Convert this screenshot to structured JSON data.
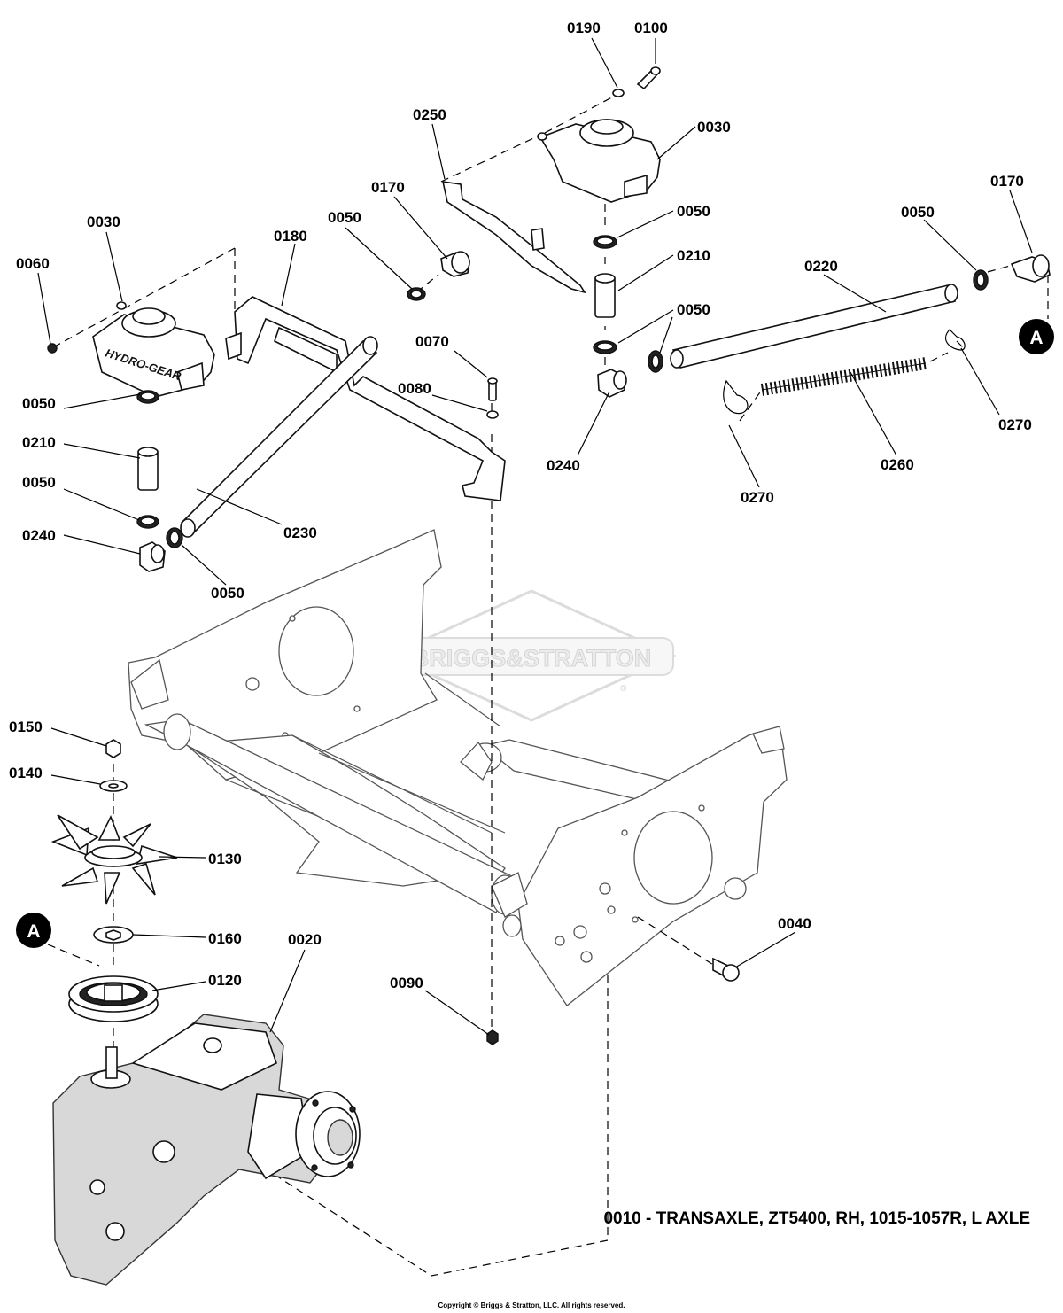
{
  "diagram": {
    "callouts": {
      "c0190": "0190",
      "c0100": "0100",
      "c0250": "0250",
      "c0030_right": "0030",
      "c0170_mid": "0170",
      "c0050_mid": "0050",
      "c0180": "0180",
      "c0030_left": "0030",
      "c0060": "0060",
      "c0050_right_top": "0050",
      "c0210_right": "0210",
      "c0050_right_lower": "0050",
      "c0220": "0220",
      "c0050_far_right": "0050",
      "c0170_right": "0170",
      "c0270_right": "0270",
      "c0260": "0260",
      "c0270_left": "0270",
      "c0240_right": "0240",
      "c0070": "0070",
      "c0080": "0080",
      "c0050_left_top": "0050",
      "c0210_left": "0210",
      "c0050_left_lower": "0050",
      "c0240_left": "0240",
      "c0230": "0230",
      "c0050_left_bottom": "0050",
      "c0150": "0150",
      "c0140": "0140",
      "c0130": "0130",
      "c0160": "0160",
      "c0020": "0020",
      "c0120": "0120",
      "c0090": "0090",
      "c0040": "0040"
    },
    "reference_markers": {
      "marker_right": "A",
      "marker_left": "A"
    },
    "tank_brand": "HYDRO-GEAR",
    "watermark": "BRIGGS&STRATTON",
    "watermark_mark": "®"
  },
  "footer": {
    "caption": "0010 - TRANSAXLE, ZT5400, RH, 1015-1057R, L AXLE",
    "copyright": "Copyright © Briggs & Stratton, LLC. All rights reserved."
  }
}
